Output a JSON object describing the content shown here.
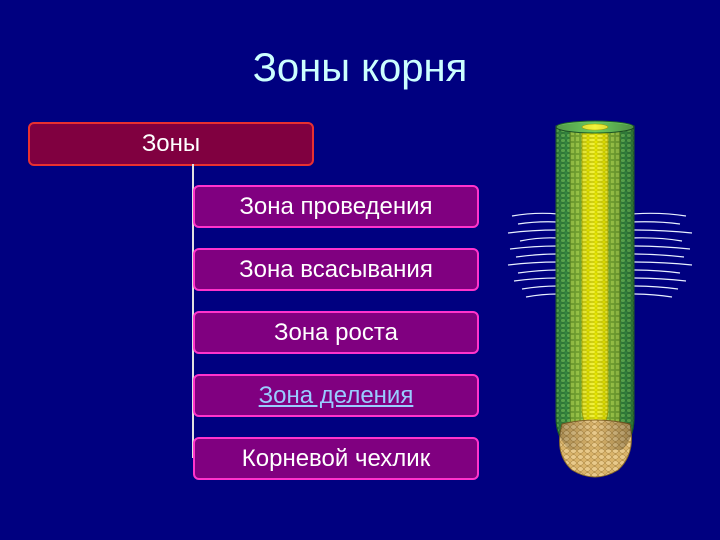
{
  "title": "Зоны корня",
  "root": {
    "label": "Зоны"
  },
  "zones": [
    {
      "label": "Зона проведения",
      "link": false
    },
    {
      "label": "Зона всасывания",
      "link": false
    },
    {
      "label": "Зона роста",
      "link": false
    },
    {
      "label": "Зона деления",
      "link": true
    },
    {
      "label": "Корневой чехлик",
      "link": false
    }
  ],
  "colors": {
    "background": "#000080",
    "title": "#CCFFFF",
    "root_fill": "#800040",
    "root_border": "#E83030",
    "zone_fill": "#800080",
    "zone_border": "#FF33CC",
    "link_text": "#99CCFF"
  }
}
